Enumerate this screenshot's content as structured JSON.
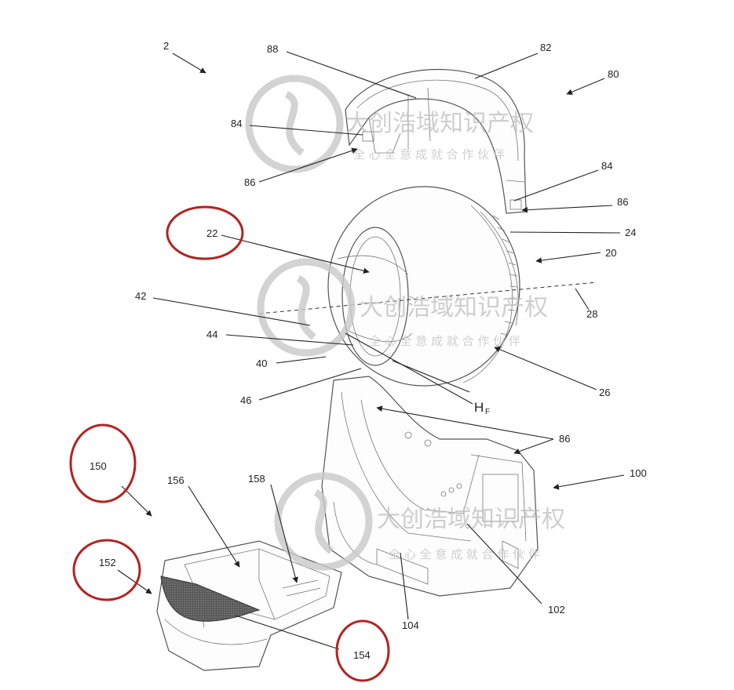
{
  "labels": {
    "l2": "2",
    "l88": "88",
    "l82": "82",
    "l80": "80",
    "l84a": "84",
    "l86a": "86",
    "l84b": "84",
    "l86b": "86",
    "l22": "22",
    "l24": "24",
    "l20": "20",
    "l28": "28",
    "l42": "42",
    "l44": "44",
    "l40": "40",
    "l46": "46",
    "l26": "26",
    "hf_main": "H",
    "hf_sub": "F",
    "l86c": "86",
    "l100": "100",
    "l150": "150",
    "l156": "156",
    "l158": "158",
    "l152": "152",
    "l154": "154",
    "l104": "104",
    "l102": "102"
  },
  "watermark": {
    "main": "大创浩域知识产权",
    "sub": "全 心 全 意 成 就 合 作 伙 伴"
  },
  "colors": {
    "highlight_circle": "#b3231f",
    "watermark": "#bfbfbf"
  }
}
